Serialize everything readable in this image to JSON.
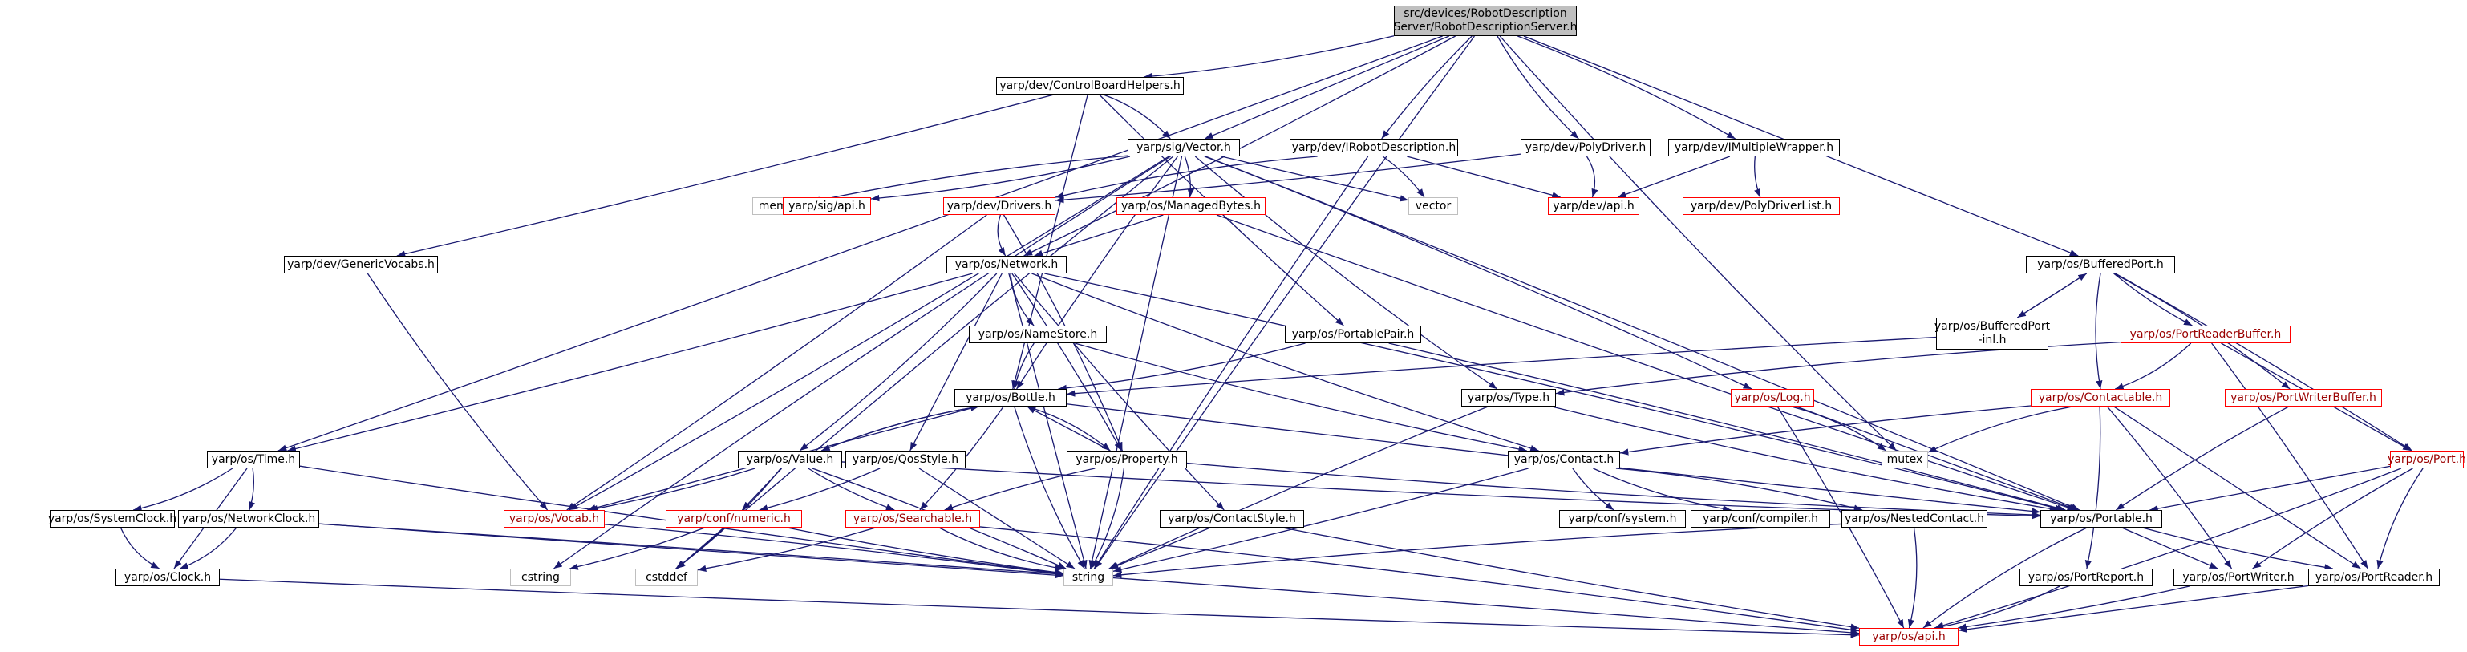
{
  "graph": {
    "edge_color": "#191970",
    "node_border": "#000000",
    "node_border_incomplete": "#ff0000",
    "node_border_system": "#bfbfbf",
    "root_fill": "#bfbfbf",
    "nodes": [
      {
        "id": "root",
        "label": "src/devices/RobotDescription\nServer/RobotDescriptionServer.h",
        "style": "root"
      },
      {
        "id": "cbh",
        "label": "yarp/dev/ControlBoardHelpers.h",
        "style": "normal"
      },
      {
        "id": "time",
        "label": "yarp/os/Time.h",
        "style": "normal"
      },
      {
        "id": "gv",
        "label": "yarp/dev/GenericVocabs.h",
        "style": "normal"
      },
      {
        "id": "sigvec",
        "label": "yarp/sig/Vector.h",
        "style": "normal"
      },
      {
        "id": "irob",
        "label": "yarp/dev/IRobotDescription.h",
        "style": "normal"
      },
      {
        "id": "poly",
        "label": "yarp/dev/PolyDriver.h",
        "style": "normal"
      },
      {
        "id": "imw",
        "label": "yarp/dev/IMultipleWrapper.h",
        "style": "normal"
      },
      {
        "id": "memory",
        "label": "memory",
        "style": "system"
      },
      {
        "id": "sigapi",
        "label": "yarp/sig/api.h",
        "style": "red"
      },
      {
        "id": "drivers",
        "label": "yarp/dev/Drivers.h",
        "style": "red"
      },
      {
        "id": "mbytes",
        "label": "yarp/os/ManagedBytes.h",
        "style": "red"
      },
      {
        "id": "vector",
        "label": "vector",
        "style": "system"
      },
      {
        "id": "devapi",
        "label": "yarp/dev/api.h",
        "style": "red"
      },
      {
        "id": "pdl",
        "label": "yarp/dev/PolyDriverList.h",
        "style": "red"
      },
      {
        "id": "network",
        "label": "yarp/os/Network.h",
        "style": "normal"
      },
      {
        "id": "bport",
        "label": "yarp/os/BufferedPort.h",
        "style": "normal"
      },
      {
        "id": "namestore",
        "label": "yarp/os/NameStore.h",
        "style": "normal"
      },
      {
        "id": "ppair",
        "label": "yarp/os/PortablePair.h",
        "style": "normal"
      },
      {
        "id": "bpinl",
        "label": "yarp/os/BufferedPort\n-inl.h",
        "style": "normal"
      },
      {
        "id": "prb",
        "label": "yarp/os/PortReaderBuffer.h",
        "style": "red"
      },
      {
        "id": "bottle",
        "label": "yarp/os/Bottle.h",
        "style": "normal"
      },
      {
        "id": "ostype",
        "label": "yarp/os/Type.h",
        "style": "normal"
      },
      {
        "id": "log",
        "label": "yarp/os/Log.h",
        "style": "red"
      },
      {
        "id": "contactable",
        "label": "yarp/os/Contactable.h",
        "style": "red"
      },
      {
        "id": "pwb",
        "label": "yarp/os/PortWriterBuffer.h",
        "style": "red"
      },
      {
        "id": "value",
        "label": "yarp/os/Value.h",
        "style": "normal"
      },
      {
        "id": "qos",
        "label": "yarp/os/QosStyle.h",
        "style": "normal"
      },
      {
        "id": "property",
        "label": "yarp/os/Property.h",
        "style": "normal"
      },
      {
        "id": "contact",
        "label": "yarp/os/Contact.h",
        "style": "normal"
      },
      {
        "id": "mutex",
        "label": "mutex",
        "style": "system"
      },
      {
        "id": "port",
        "label": "yarp/os/Port.h",
        "style": "red"
      },
      {
        "id": "sysclock",
        "label": "yarp/os/SystemClock.h",
        "style": "normal"
      },
      {
        "id": "netclock",
        "label": "yarp/os/NetworkClock.h",
        "style": "normal"
      },
      {
        "id": "vocab",
        "label": "yarp/os/Vocab.h",
        "style": "red"
      },
      {
        "id": "numeric",
        "label": "yarp/conf/numeric.h",
        "style": "red"
      },
      {
        "id": "searchable",
        "label": "yarp/os/Searchable.h",
        "style": "red"
      },
      {
        "id": "cstyle",
        "label": "yarp/os/ContactStyle.h",
        "style": "normal"
      },
      {
        "id": "confsys",
        "label": "yarp/conf/system.h",
        "style": "normal"
      },
      {
        "id": "confcomp",
        "label": "yarp/conf/compiler.h",
        "style": "normal"
      },
      {
        "id": "nested",
        "label": "yarp/os/NestedContact.h",
        "style": "normal"
      },
      {
        "id": "portable",
        "label": "yarp/os/Portable.h",
        "style": "normal"
      },
      {
        "id": "clock",
        "label": "yarp/os/Clock.h",
        "style": "normal"
      },
      {
        "id": "cstring",
        "label": "cstring",
        "style": "system"
      },
      {
        "id": "cstddef",
        "label": "cstddef",
        "style": "system"
      },
      {
        "id": "string",
        "label": "string",
        "style": "system"
      },
      {
        "id": "preport",
        "label": "yarp/os/PortReport.h",
        "style": "normal"
      },
      {
        "id": "pwriter",
        "label": "yarp/os/PortWriter.h",
        "style": "normal"
      },
      {
        "id": "preader",
        "label": "yarp/os/PortReader.h",
        "style": "normal"
      },
      {
        "id": "osapi",
        "label": "yarp/os/api.h",
        "style": "red"
      }
    ],
    "edges": [
      [
        "root",
        "cbh"
      ],
      [
        "root",
        "time"
      ],
      [
        "root",
        "sigvec"
      ],
      [
        "root",
        "irob"
      ],
      [
        "root",
        "poly"
      ],
      [
        "root",
        "imw"
      ],
      [
        "root",
        "network"
      ],
      [
        "root",
        "bport"
      ],
      [
        "root",
        "string"
      ],
      [
        "root",
        "mutex"
      ],
      [
        "cbh",
        "sigvec"
      ],
      [
        "cbh",
        "gv"
      ],
      [
        "cbh",
        "bottle"
      ],
      [
        "cbh",
        "ppair"
      ],
      [
        "gv",
        "vocab"
      ],
      [
        "time",
        "sysclock"
      ],
      [
        "time",
        "netclock"
      ],
      [
        "time",
        "clock"
      ],
      [
        "time",
        "string"
      ],
      [
        "sysclock",
        "clock"
      ],
      [
        "netclock",
        "clock"
      ],
      [
        "netclock",
        "osapi"
      ],
      [
        "netclock",
        "string"
      ],
      [
        "clock",
        "osapi"
      ],
      [
        "sigvec",
        "memory"
      ],
      [
        "sigvec",
        "sigapi"
      ],
      [
        "sigvec",
        "mbytes"
      ],
      [
        "sigvec",
        "vector"
      ],
      [
        "sigvec",
        "bottle"
      ],
      [
        "sigvec",
        "ostype"
      ],
      [
        "sigvec",
        "log"
      ],
      [
        "sigvec",
        "portable"
      ],
      [
        "sigvec",
        "string"
      ],
      [
        "sigvec",
        "cstddef"
      ],
      [
        "sigvec",
        "cstring"
      ],
      [
        "sigvec",
        "vocab"
      ],
      [
        "irob",
        "vector"
      ],
      [
        "irob",
        "devapi"
      ],
      [
        "irob",
        "string"
      ],
      [
        "irob",
        "drivers"
      ],
      [
        "poly",
        "devapi"
      ],
      [
        "poly",
        "drivers"
      ],
      [
        "imw",
        "devapi"
      ],
      [
        "imw",
        "pdl"
      ],
      [
        "drivers",
        "network"
      ],
      [
        "drivers",
        "property"
      ],
      [
        "drivers",
        "vocab"
      ],
      [
        "mbytes",
        "network"
      ],
      [
        "mbytes",
        "portable"
      ],
      [
        "network",
        "namestore"
      ],
      [
        "network",
        "value"
      ],
      [
        "network",
        "property"
      ],
      [
        "network",
        "qos"
      ],
      [
        "network",
        "cstyle"
      ],
      [
        "network",
        "contact"
      ],
      [
        "network",
        "portable"
      ],
      [
        "network",
        "time"
      ],
      [
        "network",
        "string"
      ],
      [
        "namestore",
        "bottle"
      ],
      [
        "namestore",
        "contact"
      ],
      [
        "ppair",
        "bottle"
      ],
      [
        "ppair",
        "portable"
      ],
      [
        "bport",
        "bpinl"
      ],
      [
        "bport",
        "prb"
      ],
      [
        "bport",
        "contactable"
      ],
      [
        "bport",
        "pwb"
      ],
      [
        "bport",
        "port"
      ],
      [
        "bpinl",
        "bport"
      ],
      [
        "bpinl",
        "bottle"
      ],
      [
        "prb",
        "ostype"
      ],
      [
        "prb",
        "contactable"
      ],
      [
        "prb",
        "preader"
      ],
      [
        "prb",
        "port"
      ],
      [
        "pwb",
        "portable"
      ],
      [
        "bottle",
        "value"
      ],
      [
        "bottle",
        "property"
      ],
      [
        "bottle",
        "searchable"
      ],
      [
        "bottle",
        "vocab"
      ],
      [
        "bottle",
        "portable"
      ],
      [
        "bottle",
        "string"
      ],
      [
        "value",
        "bottle"
      ],
      [
        "value",
        "vocab"
      ],
      [
        "value",
        "numeric"
      ],
      [
        "value",
        "searchable"
      ],
      [
        "value",
        "portable"
      ],
      [
        "value",
        "cstddef"
      ],
      [
        "value",
        "string"
      ],
      [
        "property",
        "bottle"
      ],
      [
        "property",
        "searchable"
      ],
      [
        "property",
        "portable"
      ],
      [
        "property",
        "string"
      ],
      [
        "qos",
        "numeric"
      ],
      [
        "qos",
        "string"
      ],
      [
        "ostype",
        "string"
      ],
      [
        "ostype",
        "portable"
      ],
      [
        "log",
        "mutex"
      ],
      [
        "log",
        "osapi"
      ],
      [
        "log",
        "portable"
      ],
      [
        "contactable",
        "contact"
      ],
      [
        "contactable",
        "mutex"
      ],
      [
        "contactable",
        "preport"
      ],
      [
        "contactable",
        "pwriter"
      ],
      [
        "contactable",
        "preader"
      ],
      [
        "contact",
        "confsys"
      ],
      [
        "contact",
        "confcomp"
      ],
      [
        "contact",
        "nested"
      ],
      [
        "contact",
        "string"
      ],
      [
        "port",
        "portable"
      ],
      [
        "port",
        "pwriter"
      ],
      [
        "port",
        "preader"
      ],
      [
        "port",
        "osapi"
      ],
      [
        "numeric",
        "cstring"
      ],
      [
        "numeric",
        "cstddef"
      ],
      [
        "numeric",
        "string"
      ],
      [
        "searchable",
        "string"
      ],
      [
        "searchable",
        "osapi"
      ],
      [
        "searchable",
        "cstddef"
      ],
      [
        "cstyle",
        "string"
      ],
      [
        "cstyle",
        "osapi"
      ],
      [
        "nested",
        "string"
      ],
      [
        "nested",
        "osapi"
      ],
      [
        "vocab",
        "string"
      ],
      [
        "portable",
        "pwriter"
      ],
      [
        "portable",
        "preader"
      ],
      [
        "portable",
        "osapi"
      ],
      [
        "preport",
        "osapi"
      ],
      [
        "pwriter",
        "osapi"
      ],
      [
        "preader",
        "osapi"
      ]
    ]
  }
}
